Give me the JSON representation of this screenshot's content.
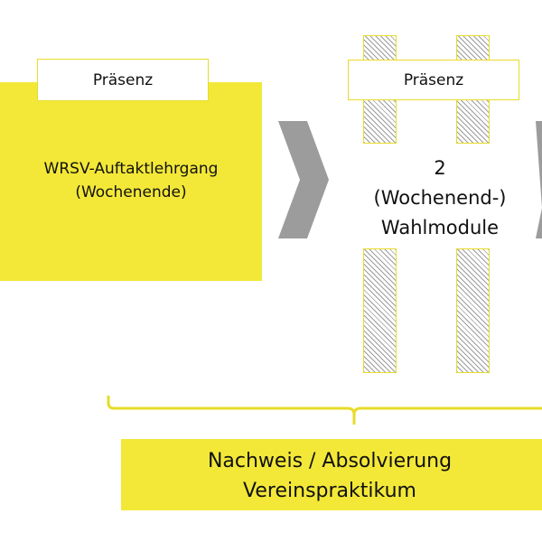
{
  "colors": {
    "accent_yellow": "#f3e838",
    "border_yellow": "#e7dc2a",
    "chevron_gray": "#9c9c9c",
    "text": "#111111"
  },
  "phase_1": {
    "tag": "Präsenz",
    "title": "WRSV-Auftaktlehrgang\n(Wochenende)"
  },
  "phase_2": {
    "tag": "Präsenz",
    "title": "2\n(Wochenend-)\nWahlmodule"
  },
  "result": {
    "label": "Nachweis / Absolvierung\nVereinspraktikum"
  },
  "icons": {
    "arrow_1": "chevron-right-icon",
    "arrow_2": "chevron-right-icon",
    "bracket": "curly-brace-icon"
  }
}
